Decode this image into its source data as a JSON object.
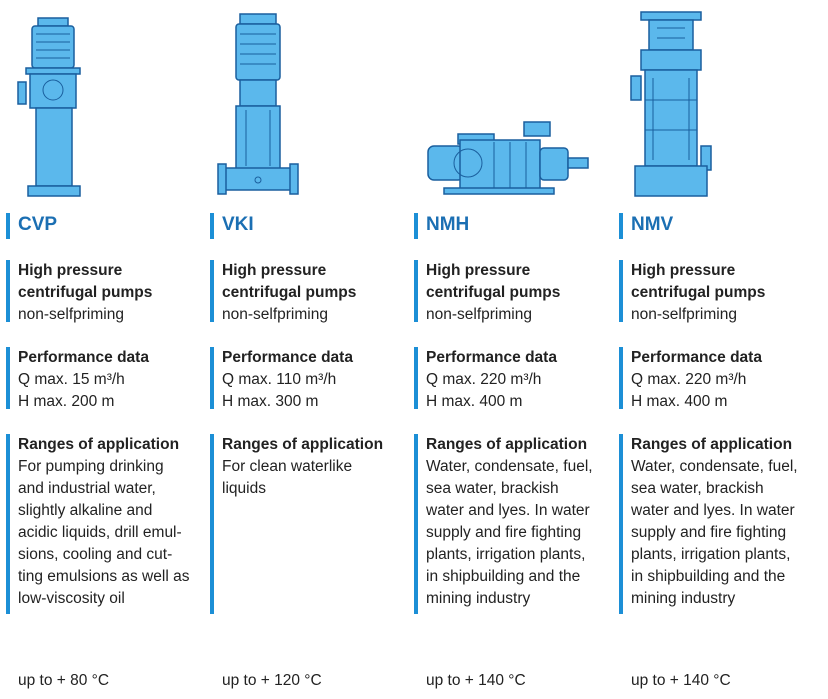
{
  "columns": [
    {
      "name": "CVP",
      "type_line1": "High pressure",
      "type_line2": "centrifugal pumps",
      "type_sub": "non-selfpriming",
      "perf_head": "Performance data",
      "q": "Q max. 15 m³/h",
      "h": "H max. 200 m",
      "app_head": "Ranges of application",
      "app_text": "For pumping drinking\nand industrial water,\nslightly alkaline and\nacidic liquids, drill emul-\nsions, cooling and cut-\nting emulsions as well as\nlow-viscosity oil",
      "temp": "up to + 80 °C"
    },
    {
      "name": "VKI",
      "type_line1": "High pressure",
      "type_line2": "centrifugal pumps",
      "type_sub": "non-selfpriming",
      "perf_head": "Performance data",
      "q": "Q max. 110 m³/h",
      "h": "H max. 300 m",
      "app_head": "Ranges of application",
      "app_text": "For clean waterlike\nliquids",
      "temp": "up to + 120 °C"
    },
    {
      "name": "NMH",
      "type_line1": "High pressure",
      "type_line2": "centrifugal pumps",
      "type_sub": "non-selfpriming",
      "perf_head": "Performance data",
      "q": "Q max. 220 m³/h",
      "h": "H max. 400 m",
      "app_head": "Ranges of application",
      "app_text": "Water, condensate, fuel,\nsea water, brackish\nwater and lyes. In water\nsupply and fire fighting\nplants, irrigation plants,\nin shipbuilding and the\nmining industry",
      "temp": "up to + 140 °C"
    },
    {
      "name": "NMV",
      "type_line1": "High pressure",
      "type_line2": "centrifugal pumps",
      "type_sub": "non-selfpriming",
      "perf_head": "Performance data",
      "q": "Q max. 220 m³/h",
      "h": "H max. 400 m",
      "app_head": "Ranges of application",
      "app_text": "Water, condensate, fuel,\nsea water, brackish\nwater and lyes. In water\nsupply and fire fighting\nplants, irrigation plants,\nin shipbuilding and the\nmining industry",
      "temp": "up to + 140 °C"
    }
  ],
  "colors": {
    "accent": "#1c8fd6",
    "title": "#1b6fb3",
    "pump_fill": "#5bb8ec",
    "pump_dark": "#1a5f9e"
  }
}
